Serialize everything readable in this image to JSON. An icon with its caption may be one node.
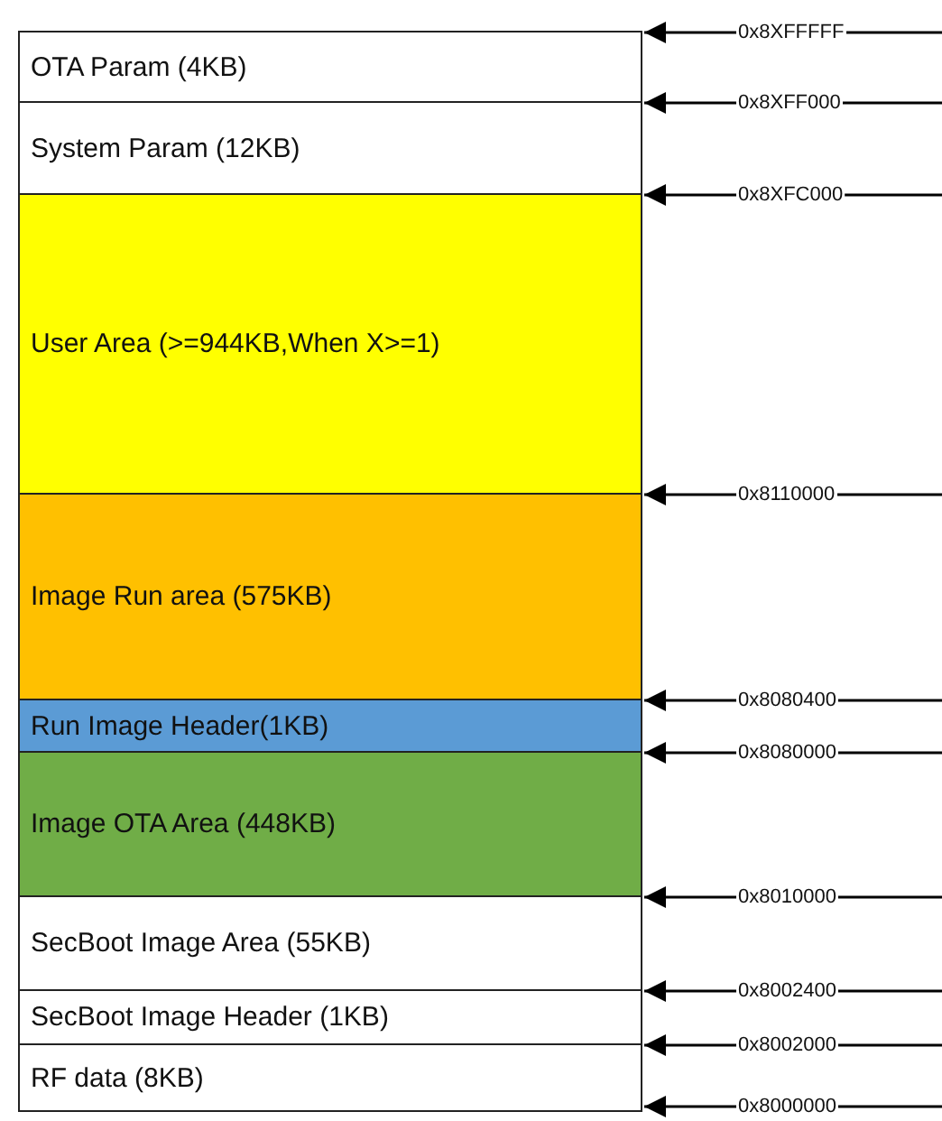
{
  "diagram": {
    "nodes": [
      {
        "text": [
          "OTA Param  (4KB)"
        ]
      },
      {
        "text": [
          "System Param (12KB)"
        ]
      },
      {
        "text": [
          "User Area (>=944KB,When X>=1)"
        ]
      },
      {
        "text": [
          "Image Run area (575KB)"
        ]
      },
      {
        "text": [
          "Run Image Header(1KB)"
        ]
      },
      {
        "text": [
          "Image OTA Area (448KB)"
        ]
      },
      {
        "text": [
          "SecBoot Image Area (55KB)"
        ]
      },
      {
        "text": [
          "SecBoot Image Header (1KB)"
        ]
      },
      {
        "text": [
          "RF data (8KB)"
        ]
      },
      {
        "text": [
          "0x8XFFFFF"
        ]
      },
      {
        "text": [
          "0x8XFF000"
        ]
      },
      {
        "text": [
          "0x8XFC000"
        ]
      },
      {
        "text": [
          "0x8110000"
        ]
      },
      {
        "text": [
          "0x8080400"
        ]
      },
      {
        "text": [
          "0x8080000"
        ]
      },
      {
        "text": [
          "0x8010000"
        ]
      },
      {
        "text": [
          "0x8002400"
        ]
      },
      {
        "text": [
          "0x8002000"
        ]
      },
      {
        "text": [
          "0x8000000"
        ]
      }
    ],
    "edges": [
      {
        "from": 9,
        "to": 0,
        "arrow": "to"
      },
      {
        "from": 10,
        "to": 1,
        "arrow": "to"
      },
      {
        "from": 11,
        "to": 2,
        "arrow": "to"
      },
      {
        "from": 12,
        "to": 3,
        "arrow": "to"
      },
      {
        "from": 13,
        "to": 4,
        "arrow": "to"
      },
      {
        "from": 14,
        "to": 5,
        "arrow": "to"
      },
      {
        "from": 15,
        "to": 6,
        "arrow": "to"
      },
      {
        "from": 16,
        "to": 7,
        "arrow": "to"
      },
      {
        "from": 17,
        "to": 8,
        "arrow": "to"
      },
      {
        "from": 18,
        "to": 8,
        "arrow": "to"
      }
    ]
  }
}
